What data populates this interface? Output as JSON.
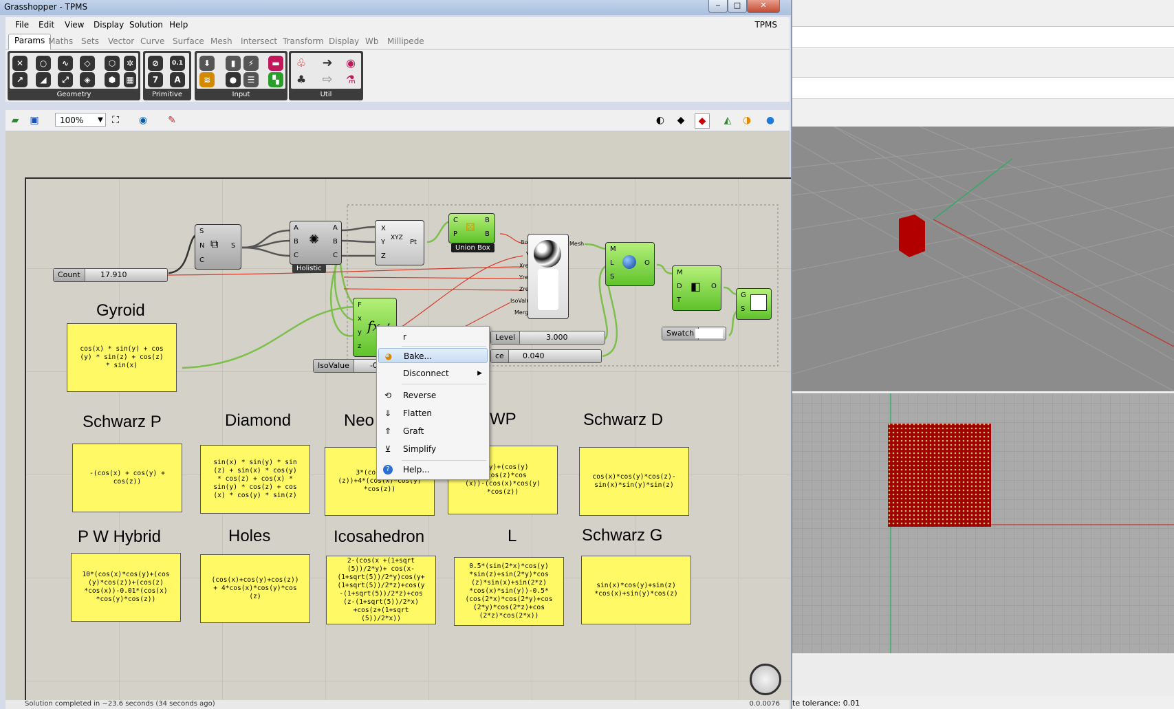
{
  "window": {
    "title": "Grasshopper - TPMS",
    "doc_name": "TPMS",
    "btn_min": "‒",
    "btn_max": "□",
    "btn_close": "✕"
  },
  "menu": [
    "File",
    "Edit",
    "View",
    "Display",
    "Solution",
    "Help"
  ],
  "tabs": [
    "Params",
    "Maths",
    "Sets",
    "Vector",
    "Curve",
    "Surface",
    "Mesh",
    "Intersect",
    "Transform",
    "Display",
    "Wb",
    "Millipede"
  ],
  "ribbon_groups": [
    {
      "label": "Geometry"
    },
    {
      "label": "Primitive"
    },
    {
      "label": "Input"
    },
    {
      "label": "Util"
    }
  ],
  "primitive_icons": [
    "0.1",
    "7",
    "A"
  ],
  "toolbar": {
    "zoom": "100%"
  },
  "components": {
    "count_slider": {
      "label": "Count",
      "value": "17.910"
    },
    "series_ports_in": [
      "S",
      "N",
      "C"
    ],
    "series_port_out": "S",
    "holistic": {
      "caption": "Holistic",
      "ports_in": [
        "A",
        "B",
        "C"
      ],
      "ports_out": [
        "A",
        "B",
        "C"
      ]
    },
    "xyz": {
      "ports_in": [
        "X",
        "Y",
        "Z"
      ],
      "port_out": "Pt",
      "icon": "XYZ"
    },
    "union_box": {
      "caption": "Union Box",
      "ports_in": [
        "C",
        "P"
      ],
      "ports_out": [
        "B",
        "B"
      ]
    },
    "iso": {
      "ports_in": [
        "Box",
        "V",
        "Xres",
        "Yres",
        "Zres",
        "IsoValue",
        "Merge"
      ],
      "port_out": "Mesh"
    },
    "mesh_op": {
      "ports_in": [
        "M",
        "L",
        "S"
      ],
      "port_out": "O"
    },
    "display": {
      "ports_in": [
        "M",
        "D",
        "T"
      ],
      "port_out": "O"
    },
    "preview": {
      "ports_in": [
        "G",
        "S"
      ]
    },
    "fx": {
      "ports_in": [
        "F",
        "x",
        "y",
        "z"
      ],
      "port_out": "r",
      "icon": "fx"
    },
    "level_slider": {
      "label": "Level",
      "value": "3.000"
    },
    "distance_slider": {
      "label": "ce",
      "value": "0.040"
    },
    "swatch": {
      "label": "Swatch"
    },
    "isovalue_slider": {
      "label": "IsoValue",
      "value": "-0."
    }
  },
  "panels": [
    {
      "title": "Gyroid",
      "text": "cos(x) * sin(y) + cos\n(y) * sin(z) + cos(z)\n* sin(x)"
    },
    {
      "title": "Schwarz P",
      "text": "-(cos(x) + cos(y) +\ncos(z))"
    },
    {
      "title": "Diamond",
      "text": "sin(x) * sin(y) * sin\n(z) + sin(x) * cos(y)\n* cos(z) + cos(x) *\nsin(y) * cos(z) + cos\n(x) * cos(y) * sin(z)"
    },
    {
      "title": "Neo",
      "text": "3*(cos(x)+co\n(z))+4*(cos(x)*cos(y)\n*cos(z))"
    },
    {
      "title": "WP",
      "text": "os(y)+(cos(y)\n+(cos(z)*cos\n(x))-(cos(x)*cos(y)\n*cos(z))"
    },
    {
      "title": "Schwarz D",
      "text": "cos(x)*cos(y)*cos(z)-\nsin(x)*sin(y)*sin(z)"
    },
    {
      "title": "P W Hybrid",
      "text": "10*(cos(x)*cos(y)+(cos\n(y)*cos(z))+(cos(z)\n*cos(x))-0.01*(cos(x)\n*cos(y)*cos(z))"
    },
    {
      "title": "Holes",
      "text": "(cos(x)+cos(y)+cos(z))\n+ 4*cos(x)*cos(y)*cos\n(z)"
    },
    {
      "title": "Icosahedron",
      "text": "2-(cos(x +(1+sqrt\n(5))/2*y)+ cos(x-\n(1+sqrt(5))/2*y)cos(y+\n(1+sqrt(5))/2*z)+cos(y\n-(1+sqrt(5))/2*z)+cos\n(z-(1+sqrt(5))/2*x)\n+cos(z+(1+sqrt\n(5))/2*x))"
    },
    {
      "title": "L",
      "text": "0.5*(sin(2*x)*cos(y)\n*sin(z)+sin(2*y)*cos\n(z)*sin(x)+sin(2*z)\n*cos(x)*sin(y))-0.5*\n(cos(2*x)*cos(2*y)+cos\n(2*y)*cos(2*z)+cos\n(2*z)*cos(2*x))"
    },
    {
      "title": "Schwarz G",
      "text": "sin(x)*cos(y)+sin(z)\n*cos(x)+sin(y)*cos(z)"
    }
  ],
  "context_menu": {
    "header": "r",
    "items": [
      {
        "label": "Bake...",
        "icon": "bake-icon",
        "highlighted": true
      },
      {
        "label": "Disconnect",
        "icon": "",
        "submenu": true
      },
      {
        "label": "Reverse",
        "icon": "reverse-icon"
      },
      {
        "label": "Flatten",
        "icon": "flatten-icon"
      },
      {
        "label": "Graft",
        "icon": "graft-icon"
      },
      {
        "label": "Simplify",
        "icon": "simplify-icon"
      },
      {
        "label": "Help...",
        "icon": "help-icon"
      }
    ]
  },
  "status": {
    "left": "Solution completed in ~23.6 seconds (34 seconds ago)",
    "right": "0.0.0076"
  },
  "rhino": {
    "tolerance": "te tolerance: 0.01"
  },
  "colors": {
    "wire": "#7cbf4a",
    "selected_wire": "#d83a2a",
    "panel": "#fff966",
    "cube": "#b20000"
  }
}
